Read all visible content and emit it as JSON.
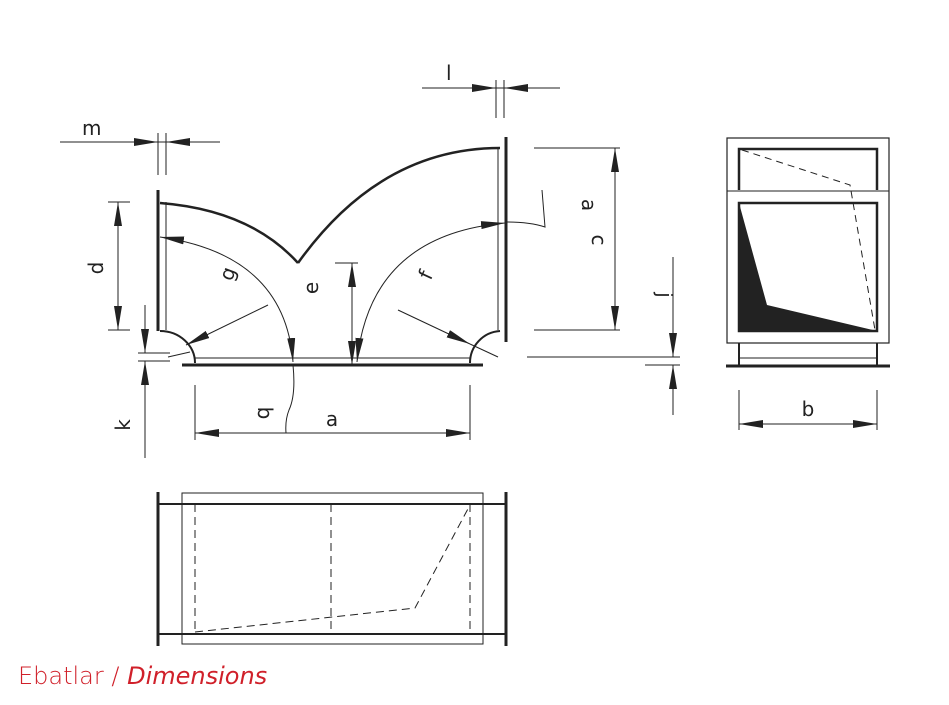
{
  "labels": {
    "m": "m",
    "l": "l",
    "d": "d",
    "g": "g",
    "e": "e",
    "f": "f",
    "a_side": "a",
    "c": "c",
    "j": "j",
    "k": "k",
    "b_leader": "b",
    "a_bottom": "a",
    "b_front": "b"
  },
  "title": {
    "tr": "Ebatlar",
    "sep": " / ",
    "en": "Dimensions"
  },
  "colors": {
    "line": "#222222",
    "title": "#d0202a"
  }
}
